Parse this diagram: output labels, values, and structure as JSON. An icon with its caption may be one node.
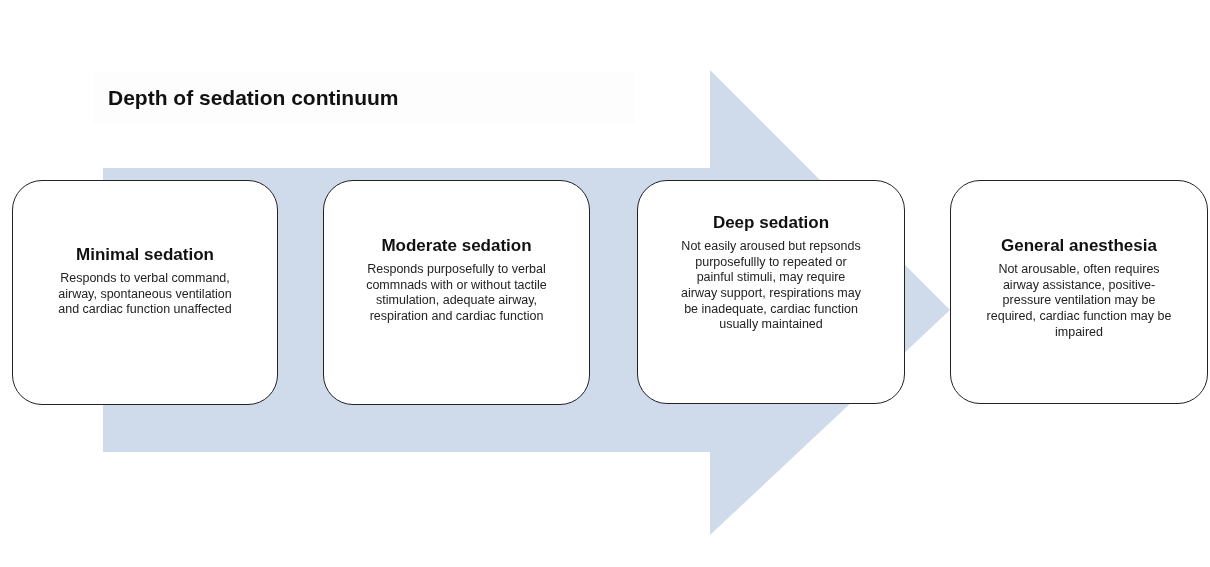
{
  "diagram": {
    "title": "Depth of sedation continuum",
    "nodes": [
      {
        "text": [
          "Minimal sedation",
          "Responds to verbal command, airway, spontaneous ventilation and cardiac function unaffected"
        ]
      },
      {
        "text": [
          "Moderate sedation",
          "Responds purposefully to verbal commnads with or without tactile stimulation, adequate airway, respiration and cardiac function"
        ]
      },
      {
        "text": [
          "Deep sedation",
          "Not easily aroused but repsonds purposefullly to repeated or painful stimuli, may require airway support, respirations may be inadequate, cardiac function usually maintained"
        ]
      },
      {
        "text": [
          "General anesthesia",
          "Not arousable, often requires airway assistance, positive-pressure ventilation may be required, cardiac function may be impaired"
        ]
      }
    ],
    "edges": [
      {
        "from": 0,
        "to": 3,
        "arrow": "to"
      }
    ]
  }
}
